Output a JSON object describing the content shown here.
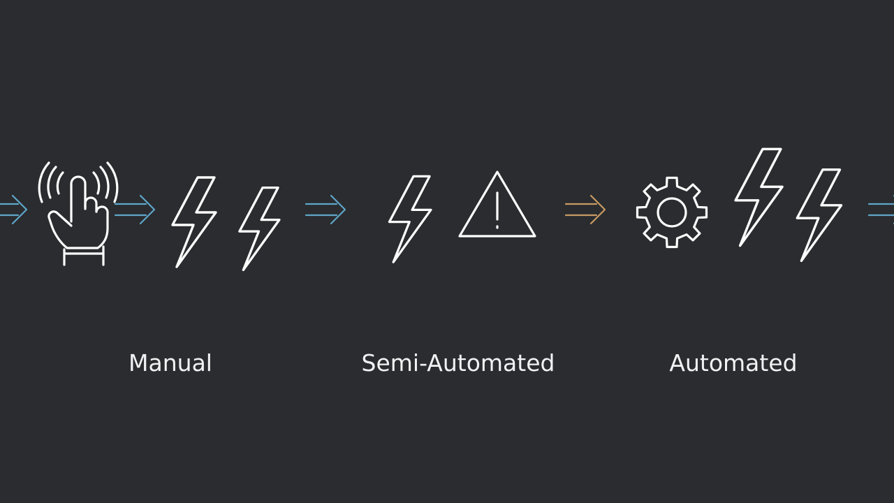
{
  "stages": [
    {
      "label": "Manual",
      "icons": [
        "touch-hand-icon",
        "lightning-bolt-icon",
        "lightning-bolt-icon"
      ]
    },
    {
      "label": "Semi-Automated",
      "icons": [
        "lightning-bolt-icon",
        "warning-triangle-icon"
      ]
    },
    {
      "label": "Automated",
      "icons": [
        "gear-icon",
        "lightning-bolt-icon",
        "lightning-bolt-icon"
      ]
    }
  ],
  "colors": {
    "background": "#2a2c2f",
    "icon_stroke": "#ffffff",
    "arrow_blue": "#5fa6c9",
    "arrow_amber": "#c79a63",
    "label_text": "#f1f2f3"
  }
}
